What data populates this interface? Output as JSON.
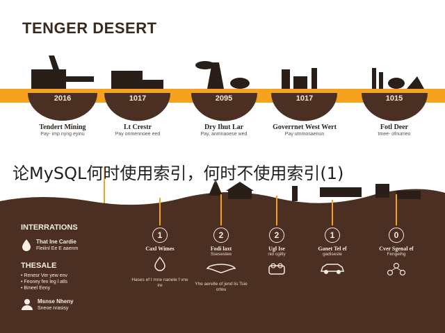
{
  "header": {
    "title": "TENGER DESERT"
  },
  "timeline": [
    {
      "year": "2016",
      "label": "Tendert Mining",
      "sub": "Pay- imp nyng eyinu"
    },
    {
      "year": "1017",
      "label": "Lt Crestr",
      "sub": "Pay onmennoee eed"
    },
    {
      "year": "2095",
      "label": "Dry Ihut Lar",
      "sub": "Pay, anmnaoese wed"
    },
    {
      "year": "1017",
      "label": "Goverrnet West Wert",
      "sub": "Pay utnmosaenun"
    },
    {
      "year": "1015",
      "label": "Fotl Deer",
      "sub": "tmee- ofnumeo"
    }
  ],
  "overlay": {
    "caption": "论MySQL何时使用索引，何时不使用索引(1)"
  },
  "left_panel": {
    "heading1": "INTERRATIONS",
    "item1_title": "That Ine Cardie",
    "item1_text": "Fleiiinl Ee E aaenm",
    "heading2": "THESALE",
    "bullets": [
      "Renesr Ver yew env",
      "Feoney fen leg l atls",
      "Bmeel Eeny"
    ],
    "item2_title": "Msnse Nheny",
    "item2_text": "Sneoe nrasisy"
  },
  "steps": [
    {
      "num": "1",
      "title": "Caxl Wimes",
      "sub": "",
      "desc": "Hases ef I mne nanete f vne ire"
    },
    {
      "num": "2",
      "title": "Fodi laxt",
      "sub": "Ssesestee",
      "desc": "Yhe aerelle of jend lis Tsie orteu"
    },
    {
      "num": "2",
      "title": "Ugl Ise",
      "sub": "nid cgitly",
      "desc": ""
    },
    {
      "num": "1",
      "title": "Ganet Tel ef",
      "sub": "gadiseste",
      "desc": ""
    },
    {
      "num": "0",
      "title": "Cver Sgenal ef",
      "sub": "Fengeihg",
      "desc": ""
    }
  ],
  "colors": {
    "orange": "#f4a21f",
    "brown": "#4a2f22",
    "cream": "#f7efe4"
  }
}
